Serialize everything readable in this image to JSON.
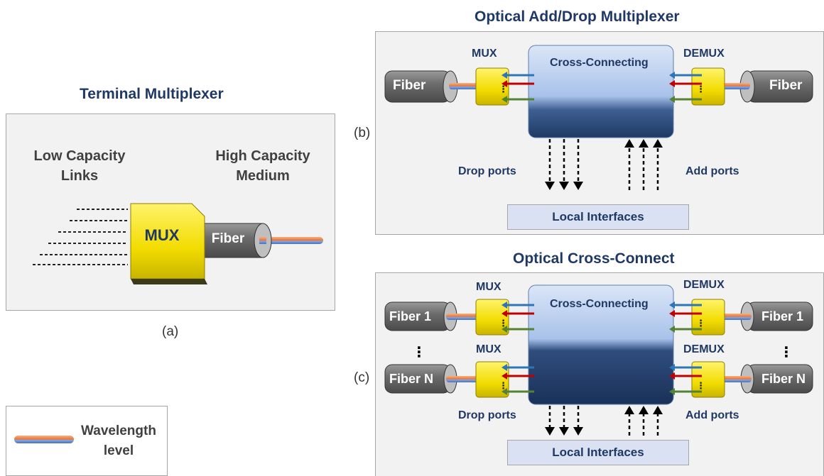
{
  "panel_a": {
    "title": "Terminal Multiplexer",
    "low_capacity_label": "Low Capacity\nLinks",
    "high_capacity_label": "High Capacity\nMedium",
    "mux_label": "MUX",
    "fiber_label": "Fiber",
    "caption": "(a)"
  },
  "legend": {
    "label": "Wavelength\nlevel"
  },
  "panel_b": {
    "title": "Optical Add/Drop Multiplexer",
    "caption": "(b)",
    "mux_label": "MUX",
    "demux_label": "DEMUX",
    "cross_label": "Cross-Connecting",
    "fiber_left": "Fiber",
    "fiber_right": "Fiber",
    "drop_ports": "Drop ports",
    "add_ports": "Add ports",
    "local_interfaces": "Local Interfaces",
    "dots": "⋮"
  },
  "panel_c": {
    "title": "Optical Cross-Connect",
    "caption": "(c)",
    "mux_top": "MUX",
    "mux_bottom": "MUX",
    "demux_top": "DEMUX",
    "demux_bottom": "DEMUX",
    "cross_label": "Cross-Connecting",
    "fiber_left_top": "Fiber 1",
    "fiber_left_bottom": "Fiber N",
    "fiber_right_top": "Fiber 1",
    "fiber_right_bottom": "Fiber N",
    "drop_ports": "Drop ports",
    "add_ports": "Add ports",
    "local_interfaces": "Local Interfaces",
    "dots": "⋮"
  },
  "colors": {
    "title_navy": "#1f3864",
    "panel_bg": "#f2f2f2",
    "mux_yellow": "#f5e000",
    "fiber_gray": "#6d6d6d",
    "cross_blue": "#aec6ec",
    "arrow_blue": "#2e75b6",
    "arrow_red": "#c00000",
    "arrow_green": "#548235"
  }
}
